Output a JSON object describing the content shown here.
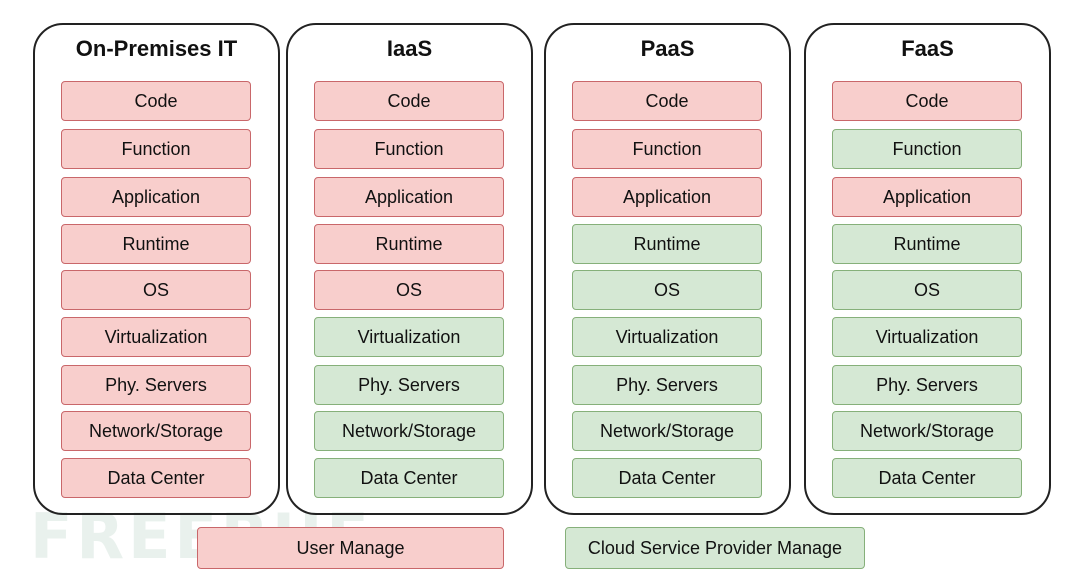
{
  "watermark": "FREEBUF",
  "colors": {
    "user_fill": "#f8cecc",
    "user_border": "#c9676a",
    "provider_fill": "#d5e8d4",
    "provider_border": "#86b07a"
  },
  "layer_labels": [
    "Code",
    "Function",
    "Application",
    "Runtime",
    "OS",
    "Virtualization",
    "Phy. Servers",
    "Network/Storage",
    "Data Center"
  ],
  "columns": [
    {
      "title": "On-Premises IT",
      "managed_by": [
        "user",
        "user",
        "user",
        "user",
        "user",
        "user",
        "user",
        "user",
        "user"
      ]
    },
    {
      "title": "IaaS",
      "managed_by": [
        "user",
        "user",
        "user",
        "user",
        "user",
        "provider",
        "provider",
        "provider",
        "provider"
      ]
    },
    {
      "title": "PaaS",
      "managed_by": [
        "user",
        "user",
        "user",
        "provider",
        "provider",
        "provider",
        "provider",
        "provider",
        "provider"
      ]
    },
    {
      "title": "FaaS",
      "managed_by": [
        "user",
        "provider",
        "user",
        "provider",
        "provider",
        "provider",
        "provider",
        "provider",
        "provider"
      ]
    }
  ],
  "legend": {
    "user": "User Manage",
    "provider": "Cloud Service Provider Manage"
  }
}
